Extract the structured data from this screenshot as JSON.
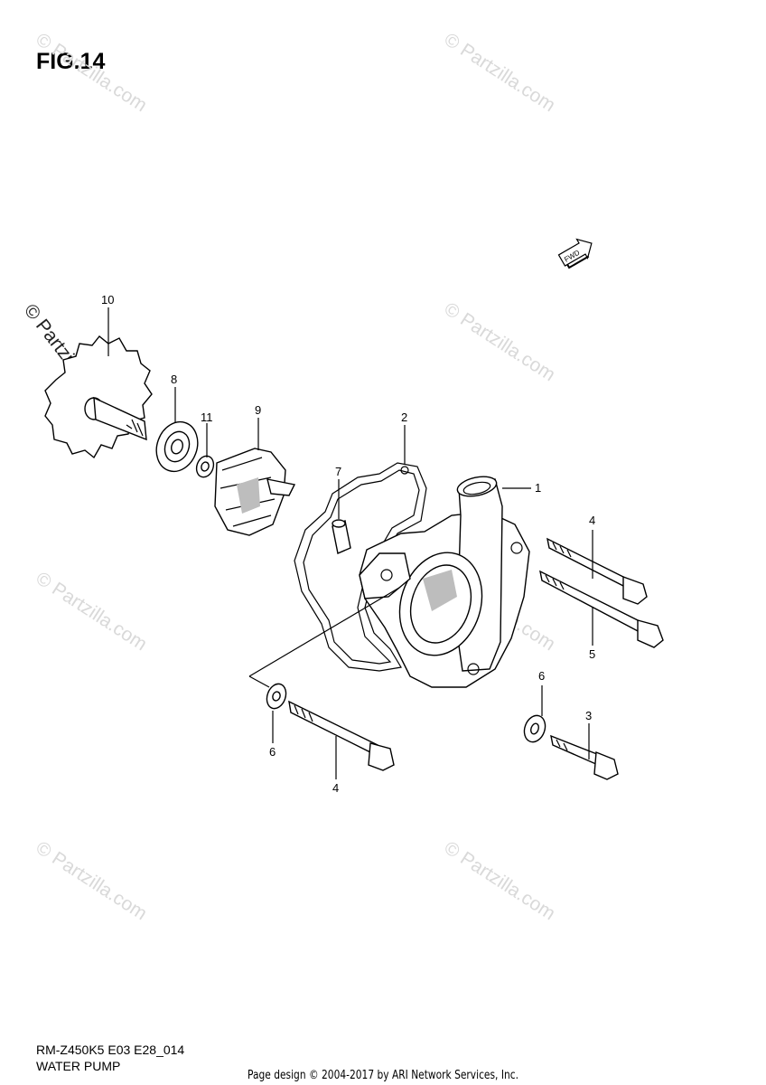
{
  "figure": {
    "title": "FIG.14"
  },
  "watermark": {
    "text": "© Partzilla.com"
  },
  "fwd_badge": {
    "text": "FWD"
  },
  "callouts": [
    "10",
    "8",
    "11",
    "9",
    "2",
    "7",
    "1",
    "4",
    "5",
    "6",
    "3",
    "6",
    "4"
  ],
  "footer": {
    "model_code": "RM-Z450K5 E03 E28_014",
    "caption": "WATER PUMP",
    "credit": "Page design © 2004-2017 by ARI Network Services, Inc."
  },
  "colors": {
    "watermark": "#d9d9d9",
    "line": "#000000"
  }
}
